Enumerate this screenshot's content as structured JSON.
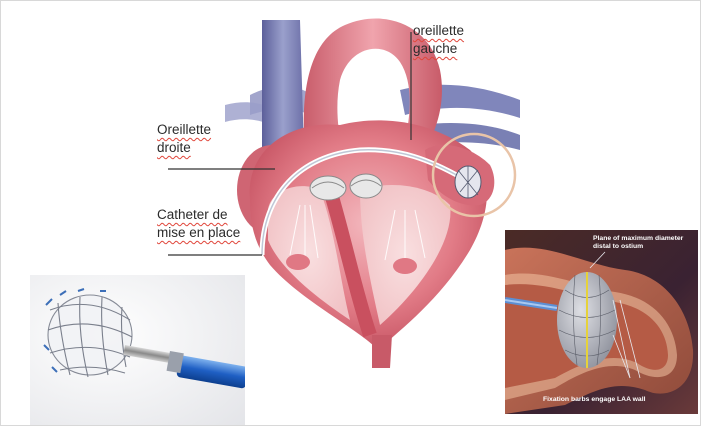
{
  "labels": {
    "oreillette_gauche": [
      "oreillette",
      "gauche"
    ],
    "oreillette_droite": [
      "Oreillette",
      "droite"
    ],
    "catheter": [
      "Catheter de",
      "mise en place"
    ]
  },
  "inset": {
    "plane_label": [
      "Plane of maximum diameter",
      "distal to ostium"
    ],
    "barbs_label": "Fixation barbs engage LAA wall"
  },
  "colors": {
    "myocardium": "#d9606e",
    "vessel_blue": "#7a84b8",
    "aorta_pink": "#d97a86",
    "highlight_ring": "#e9c4a8"
  }
}
